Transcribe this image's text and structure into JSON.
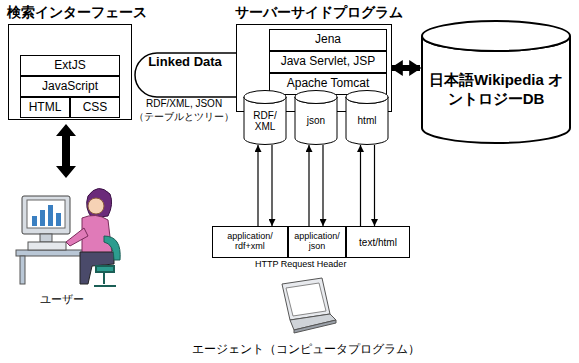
{
  "diagram": {
    "nodes": [
      {
        "text": [
          "検索インターフェース"
        ]
      },
      {
        "text": [
          "ExtJS"
        ],
        "in": 0
      },
      {
        "text": [
          "JavaScript"
        ],
        "in": 0
      },
      {
        "text": [
          "HTML"
        ],
        "in": 0
      },
      {
        "text": [
          "CSS"
        ],
        "in": 0
      },
      {
        "text": [
          "Linked Data"
        ]
      },
      {
        "text": [
          "サーバーサイドプログラム"
        ]
      },
      {
        "text": [
          "Jena"
        ],
        "in": 6
      },
      {
        "text": [
          "Java Servlet, JSP"
        ],
        "in": 6
      },
      {
        "text": [
          "Apache Tomcat"
        ],
        "in": 6
      },
      {
        "text": [
          "RDF/ XML"
        ]
      },
      {
        "text": [
          "json"
        ]
      },
      {
        "text": [
          "html"
        ]
      },
      {
        "text": [
          "日本語Wikipedia オントロジーDB"
        ]
      },
      {
        "text": [
          "application/ rdf+xml"
        ]
      },
      {
        "text": [
          "application/ json"
        ]
      },
      {
        "text": [
          "text/html"
        ]
      }
    ],
    "edges": [
      {
        "from": 6,
        "to": 13,
        "arrow": "both"
      },
      {
        "from": 14,
        "to": 10,
        "arrow": "to"
      },
      {
        "from": 10,
        "to": 14,
        "arrow": "to"
      },
      {
        "from": 15,
        "to": 11,
        "arrow": "to"
      },
      {
        "from": 11,
        "to": 15,
        "arrow": "to"
      },
      {
        "from": 16,
        "to": 12,
        "arrow": "to"
      },
      {
        "from": 12,
        "to": 16,
        "arrow": "to"
      }
    ],
    "labels": [
      "RDF/XML, JSON",
      "（テーブルとツリー）",
      "HTTP Request Header",
      "ユーザー",
      "エージェント（コンピュータプログラム）"
    ]
  }
}
